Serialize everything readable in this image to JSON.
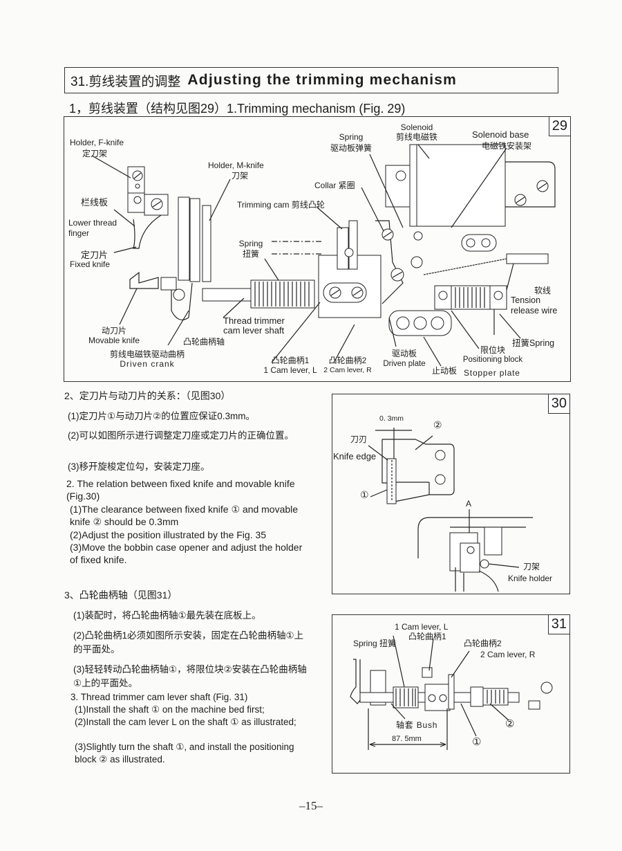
{
  "section": {
    "number_cn": "31.剪线装置的调整",
    "title_en": "Adjusting the trimming mechanism"
  },
  "subsection1": {
    "heading": "1，剪线装置（结构见图29）1.Trimming mechanism (Fig. 29)"
  },
  "fig29": {
    "number": "29",
    "labels": {
      "holder_f_knife_en": "Holder, F-knife",
      "holder_f_knife_cn": "定刀架",
      "holder_m_knife_en": "Holder, M-knife",
      "holder_m_knife_cn": "刀架",
      "lower_thread_cn": "栏线板",
      "lower_thread_en": "Lower thread finger",
      "fixed_knife_cn": "定刀片",
      "fixed_knife_en": "Fixed knife",
      "trimming_cam": "Trimming cam 剪线凸轮",
      "spring_en": "Spring",
      "spring_cn": "扭簧",
      "collar": "Collar 紧圈",
      "drive_spring_en": "Spring",
      "drive_spring_cn": "驱动板弹簧",
      "solenoid_en": "Solenoid",
      "solenoid_cn": "剪线电磁铁",
      "solenoid_base_en": "Solenoid base",
      "solenoid_base_cn": "电磁铁安装架",
      "soft_wire_cn": "软线",
      "tension_release_en": "Tension release wire",
      "movable_knife_cn": "动刀片",
      "movable_knife_en": "Movable knife",
      "driven_crank_cn": "剪线电磁铁驱动曲柄",
      "driven_crank_en": "Driven crank",
      "shaft_en": "Thread trimmer cam lever shaft",
      "shaft_cn": "凸轮曲柄轴",
      "cam_lever_l_cn": "凸轮曲柄1",
      "cam_lever_l_en": "1 Cam lever, L",
      "cam_lever_r_cn": "凸轮曲柄2",
      "cam_lever_r_en": "2 Cam lever, R",
      "driven_plate_cn": "驱动板",
      "driven_plate_en": "Driven plate",
      "positioning_cn": "限位块",
      "positioning_en": "Positioning block",
      "stopper_cn": "止动板",
      "stopper_en": "Stopper plate",
      "torsion_spring": "扭簧Spring"
    }
  },
  "subsection2": {
    "heading_cn": "2、定刀片与动刀片的关系：（见图30）",
    "items_cn": [
      "(1)定刀片①与动刀片②的位置应保证0.3mm。",
      "(2)可以如图所示进行调整定刀座或定刀片的正确位置。",
      "(3)移开旋梭定位勾，安装定刀座。"
    ],
    "heading_en": "2. The relation between fixed knife and movable knife (Fig.30)",
    "items_en": [
      "(1)The clearance between fixed knife ① and movable knife ② should be 0.3mm",
      "(2)Adjust the position illustrated by the Fig. 35",
      "(3)Move the bobbin case opener and adjust the holder of fixed knife."
    ]
  },
  "fig30": {
    "number": "30",
    "clearance": "0. 3mm",
    "knife_edge_cn": "刀刃",
    "knife_edge_en": "Knife edge",
    "marker1": "①",
    "marker2": "②",
    "point_a": "A",
    "knife_holder_cn": "刀架",
    "knife_holder_en": "Knife holder"
  },
  "subsection3": {
    "heading_cn": "3、凸轮曲柄轴（见图31）",
    "items_cn": [
      "(1)装配时，将凸轮曲柄轴①最先装在底板上。",
      "(2)凸轮曲柄1必须如图所示安装，固定在凸轮曲柄轴①上的平面处。",
      "(3)轻轻转动凸轮曲柄轴①，将限位块②安装在凸轮曲柄轴①上的平面处。"
    ],
    "heading_en": "3. Thread trimmer cam lever shaft (Fig. 31)",
    "items_en": [
      "(1)Install the shaft ① on the machine bed first;",
      "(2)Install the cam lever L on the shaft ① as illustrated;",
      "(3)Slightly turn the shaft ①, and install the positioning block ② as illustrated."
    ]
  },
  "fig31": {
    "number": "31",
    "cam_lever_l_en": "1 Cam lever, L",
    "cam_lever_l_cn": "凸轮曲柄1",
    "spring": "Spring 扭簧",
    "cam_lever_r_cn": "凸轮曲柄2",
    "cam_lever_r_en": "2  Cam lever, R",
    "bush": "轴套 Bush",
    "dimension": "87. 5mm",
    "marker1": "①",
    "marker2": "②"
  },
  "page_number": "–15–"
}
